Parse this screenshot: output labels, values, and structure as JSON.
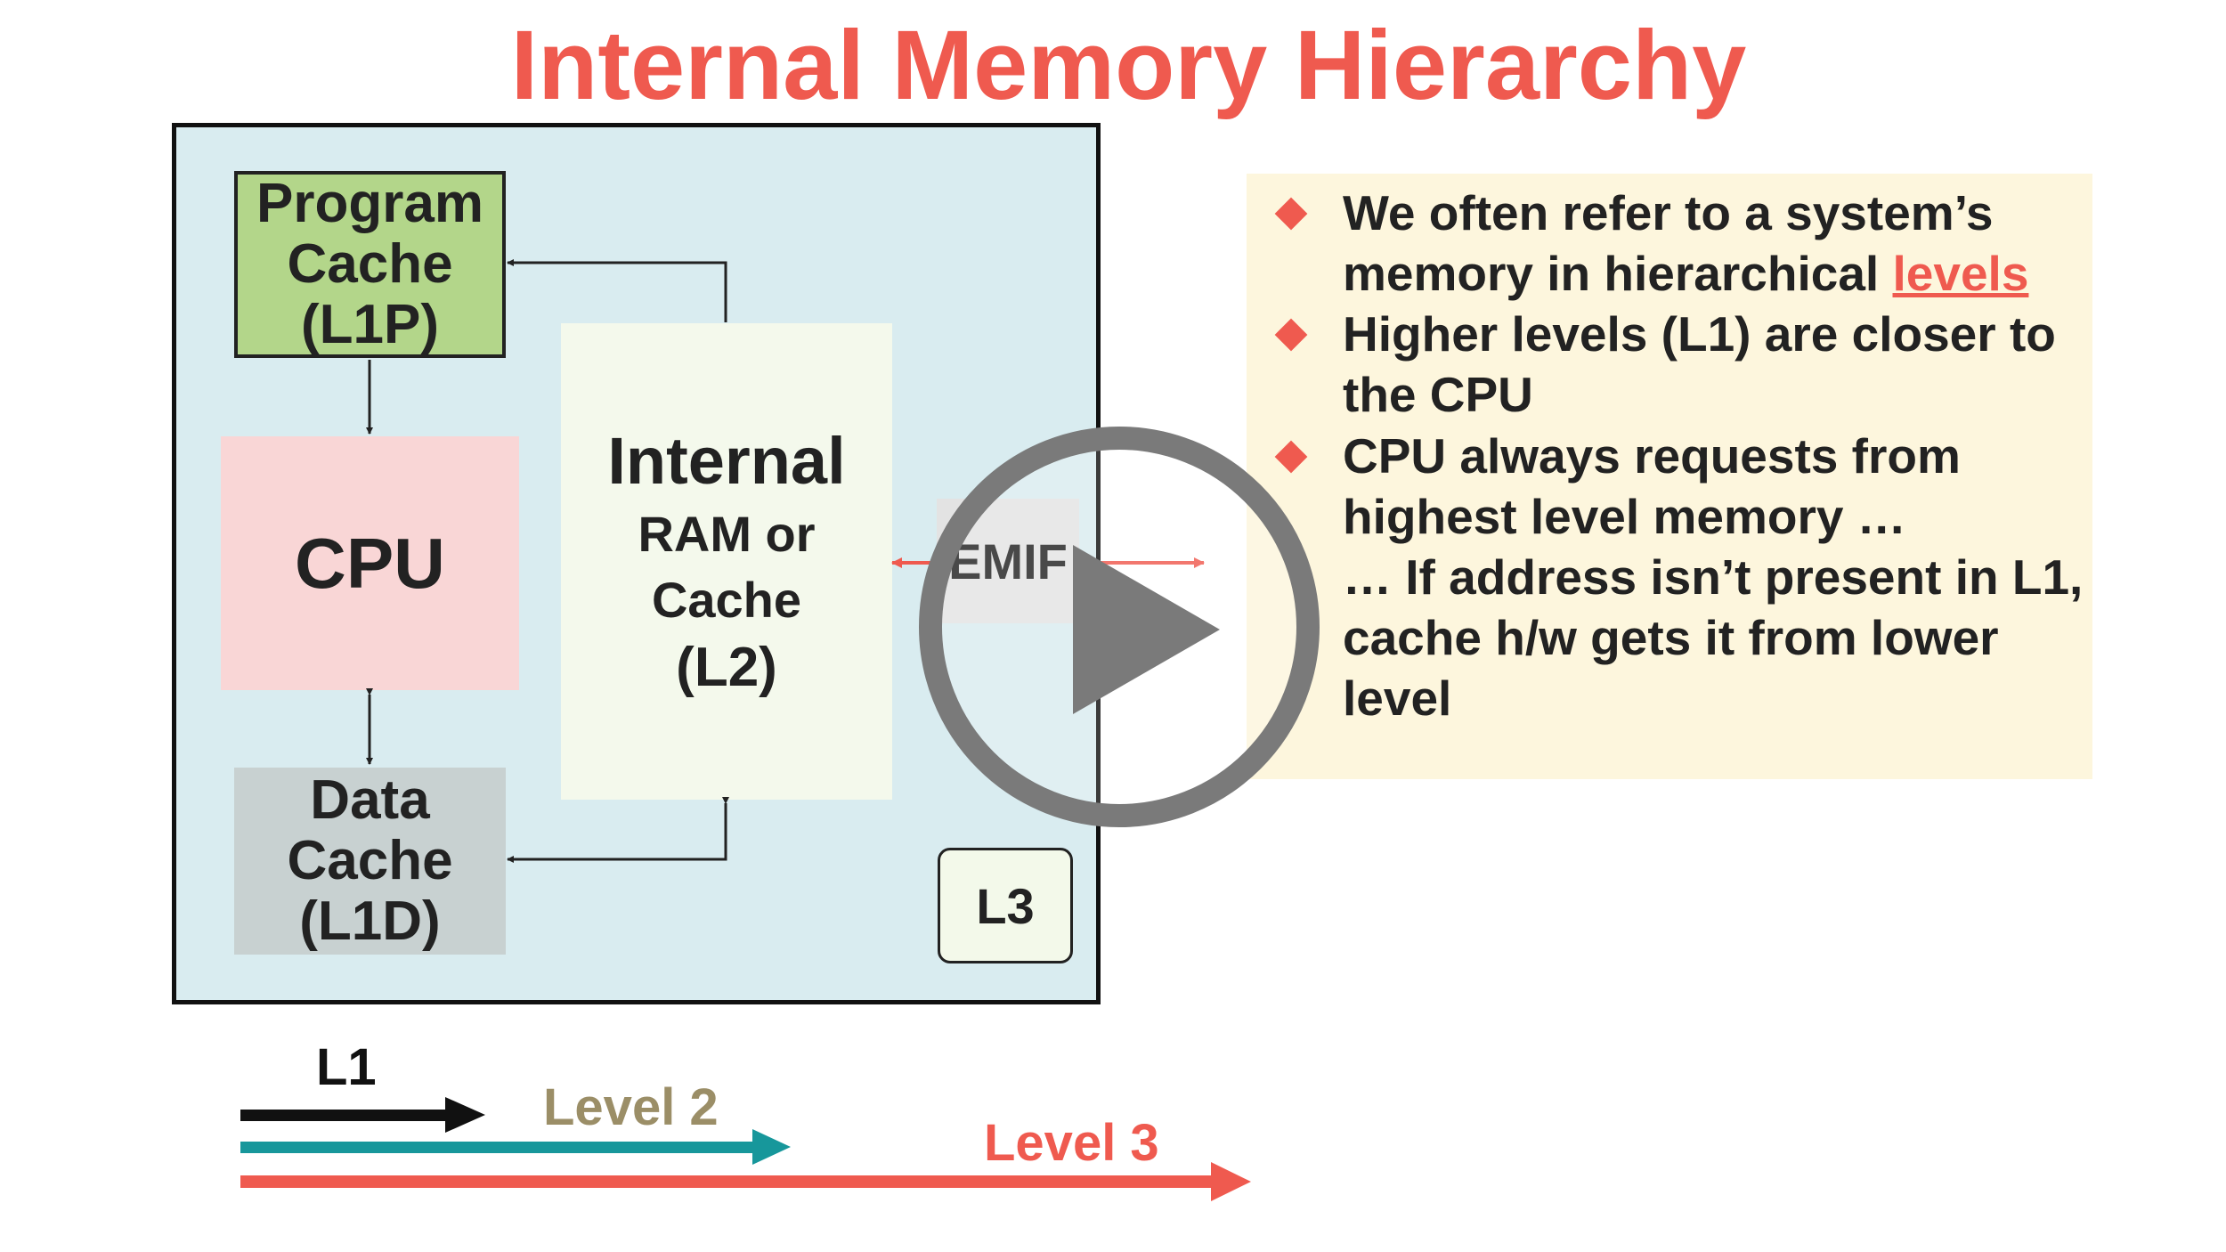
{
  "title": "Internal Memory Hierarchy",
  "diagram": {
    "program_cache": [
      "Program",
      "Cache",
      "(L1P)"
    ],
    "cpu": "CPU",
    "data_cache": [
      "Data",
      "Cache",
      "(L1D)"
    ],
    "internal": [
      "Internal",
      "RAM or Cache",
      "(L2)"
    ],
    "emif": "EMIF",
    "l3": "L3"
  },
  "levels": {
    "l1": "L1",
    "level2": "Level 2",
    "level3": "Level 3"
  },
  "bullets": [
    {
      "lines": [
        "We often refer to a system’s",
        "memory in hierarchical "
      ],
      "link": "levels"
    },
    {
      "lines": [
        "Higher levels (L1) are closer to",
        "the CPU"
      ]
    },
    {
      "lines": [
        "CPU always requests from",
        "highest level memory …",
        "… If address isn’t present in L1,",
        "cache h/w gets it from lower level"
      ]
    }
  ],
  "colors": {
    "accent": "#ef5a4f",
    "chip_bg": "#d9ecf0",
    "program_cache": "#b3d68a",
    "cpu": "#f9d6d6",
    "data_cache": "#c8d1d1",
    "internal": "#f4f9ec",
    "level2_text": "#9b8e67",
    "level2_arrow": "#17979b"
  },
  "icons": {
    "play": "play-button-icon"
  }
}
